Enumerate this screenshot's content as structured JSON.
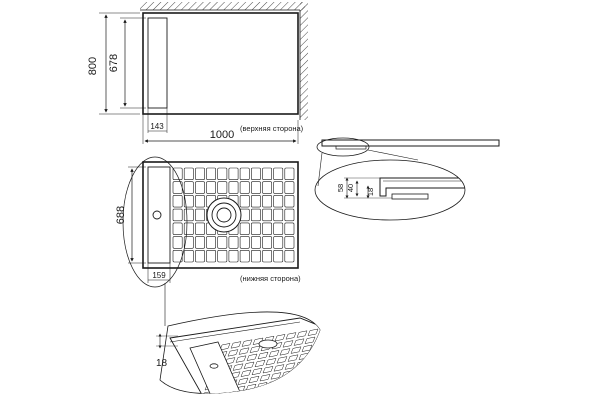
{
  "top_view": {
    "caption": "(верхняя сторона)",
    "dim_width": "1000",
    "dim_height": "800",
    "dim_inner_height": "678",
    "dim_channel_width": "143"
  },
  "bottom_view": {
    "caption": "(нижняя сторона)",
    "dim_inner_height": "688",
    "dim_channel_width": "159"
  },
  "profile_detail": {
    "dim_58": "58",
    "dim_40": "40",
    "dim_18": "18"
  },
  "perspective_detail": {
    "dim_thickness": "18"
  },
  "colors": {
    "line": "#1a1a1a",
    "background": "#ffffff",
    "grid_fill": "#ffffff"
  }
}
